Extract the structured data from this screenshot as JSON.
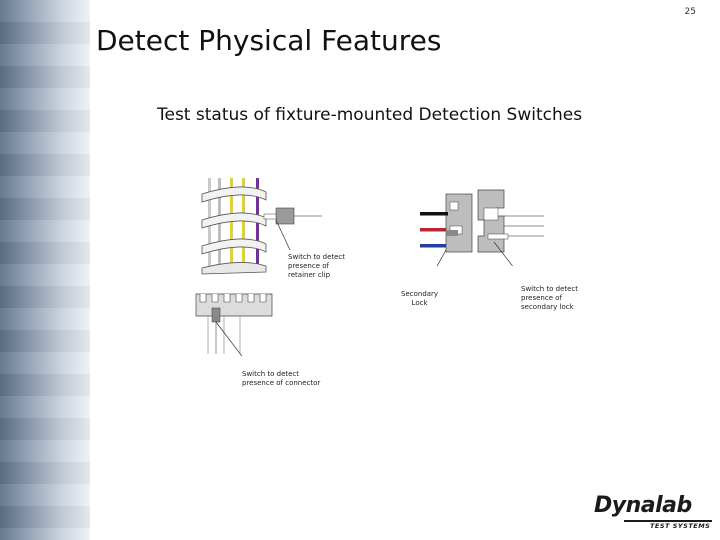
{
  "slide": {
    "page_number": "25",
    "title": "Detect Physical Features",
    "subtitle": "Test status of fixture-mounted Detection Switches"
  },
  "callouts": {
    "retainer_clip": [
      "Switch to detect",
      "presence of",
      "retainer clip"
    ],
    "connector": [
      "Switch to detect",
      "presence of connector"
    ],
    "secondary_lock": [
      "Secondary",
      "Lock"
    ],
    "secondary_lock_switch": [
      "Switch to detect",
      "presence of",
      "secondary lock"
    ]
  },
  "logo": {
    "name": "Dynalab",
    "tagline": "TEST SYSTEMS"
  },
  "colors": {
    "wire_yellow": "#e8d31c",
    "wire_purple": "#7a2ca8",
    "wire_red": "#c8202a",
    "wire_blue": "#1f3fb0",
    "side_band": "#7d8fa5"
  }
}
